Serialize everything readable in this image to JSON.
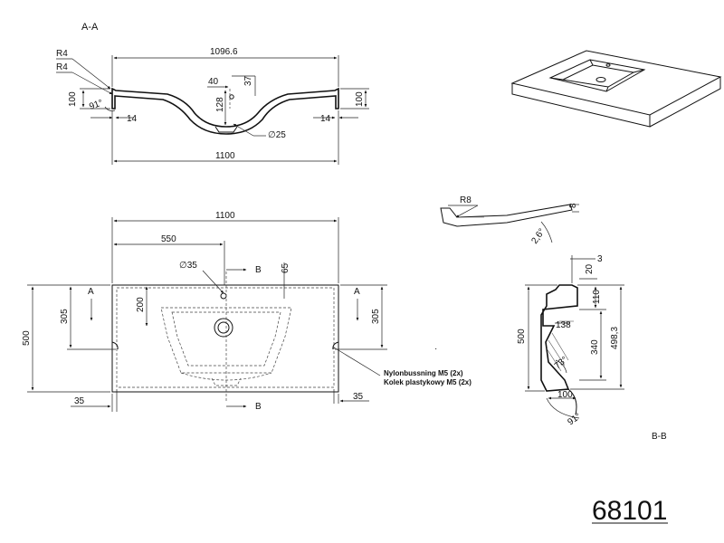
{
  "sections": {
    "aa": "A-A",
    "bb": "B-B",
    "a_marker": "A",
    "b_marker": "B"
  },
  "dims": {
    "r4_top": "R4",
    "r4_bottom": "R4",
    "width_1096_6": "1096.6",
    "d37": "37",
    "d40": "40",
    "d100_left": "100",
    "d100_right": "100",
    "d128": "128",
    "d14_left": "14",
    "d14_right": "14",
    "angle91_a": "91°",
    "hole25": "∅25",
    "width_1100_a": "1100",
    "width_1100_b": "1100",
    "d550": "550",
    "hole35": "∅35",
    "d65": "65",
    "d200": "200",
    "d305_left": "305",
    "d305_right": "305",
    "d500_plan": "500",
    "d35_left": "35",
    "d35_right": "35",
    "r8": "R8",
    "d8": "8",
    "angle26": "2,6°",
    "d3": "3",
    "d20": "20",
    "d110": "110",
    "d138": "138",
    "d340": "340",
    "d498_3": "498,3",
    "d500_side": "500",
    "angle73": "73°",
    "d100_side": "100",
    "angle91_b": "91°"
  },
  "notes": {
    "line1": "Nylonbussning M5 (2x)",
    "line2": "Kolek plastykowy M5 (2x)"
  },
  "product_number": "68101"
}
